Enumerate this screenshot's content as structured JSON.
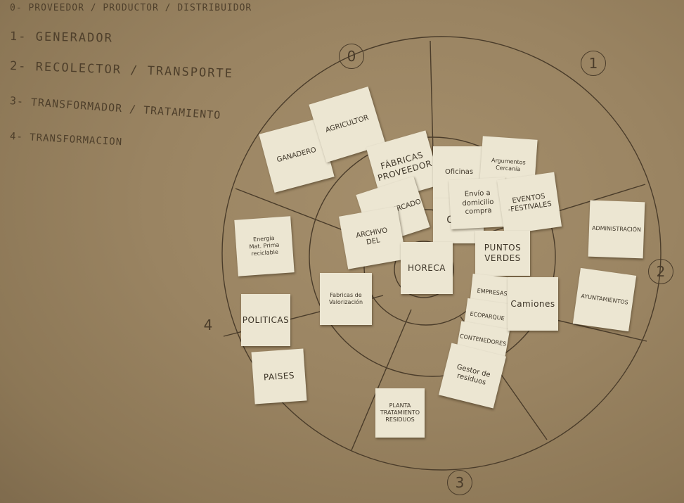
{
  "legend": [
    "0- PROVEEDOR / PRODUCTOR / DISTRIBUIDOR",
    "1- GENERADOR",
    "2- RECOLECTOR / TRANSPORTE",
    "3- TRANSFORMADOR / TRATAMIENTO",
    "4- TRANSFORMACION"
  ],
  "zones": [
    "0",
    "1",
    "2",
    "3",
    "4"
  ],
  "notes": {
    "ganadero": "GANADERO",
    "agricultor": "AGRICULTOR",
    "fabricas": "FÁBRICAS\nPROVEEDOR",
    "supermercado": "SUPERMERCADO",
    "archivo": "ARCHIVO\nDEL",
    "oficinas": "Oficinas",
    "argumentos": "Argumentos\nCercanía",
    "envio": "Envío a\ndomicilio\ncompra",
    "eventos": "EVENTOS\n-FESTIVALES",
    "consumo": "CO...",
    "puntos_verdes": "PUNTOS\nVERDES",
    "horeca": "HORECA",
    "energia": "Energía\nMat. Prima reciclable",
    "politicas": "POLITICAS",
    "paises": "PAISES",
    "fabrica_valorizacion": "Fabricas de\nValorización",
    "empresas": "EMPRESAS",
    "ecoparque": "ECOPARQUE",
    "contenedores": "CONTENEDORES",
    "gestor": "Gestor de\nresiduos",
    "camiones": "Camiones",
    "administracion": "ADMINISTRACIÓN",
    "ayuntamientos": "AYUNTAMIENTOS",
    "planta": "PLANTA\nTRATAMIENTO\nRESIDUOS"
  }
}
